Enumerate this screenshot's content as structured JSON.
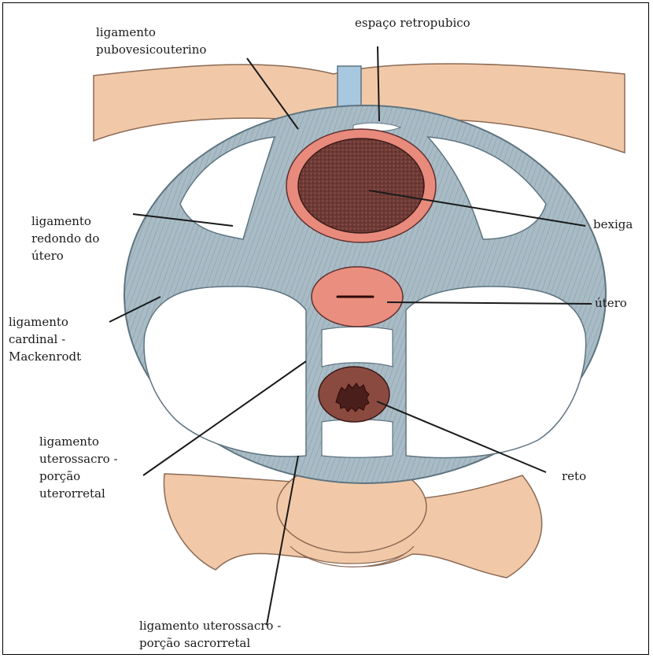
{
  "labels": {
    "ligamento_pubovesicouterino": [
      "ligamento",
      "pubovesicouterino"
    ],
    "espaco_retropubico": "espaço retropubico",
    "ligamento_redondo": [
      "ligamento",
      "redondo do",
      "útero"
    ],
    "bexiga": "bexiga",
    "utero": "útero",
    "ligamento_cardinal": [
      "ligamento",
      "cardinal -",
      "Mackenrodt"
    ],
    "ligamento_uterorretal": [
      "ligamento",
      "uterossacro -",
      "porção",
      "uterorretal"
    ],
    "reto": "reto",
    "ligamento_sacrorretal": [
      "ligamento uterossacro -",
      "porção sacrorretal"
    ]
  },
  "colors": {
    "fascia": "#a9bcc6",
    "fascia_stroke": "#5e7480",
    "bone": "#f2c9a8",
    "bone_stroke": "#8a6a55",
    "bladder_wall": "#e88a7c",
    "bladder_mucosa": "#6e3a36",
    "uterus": "#ea8e80",
    "rectum": "#8b4a40",
    "symphysis": "#a8c8e0"
  }
}
